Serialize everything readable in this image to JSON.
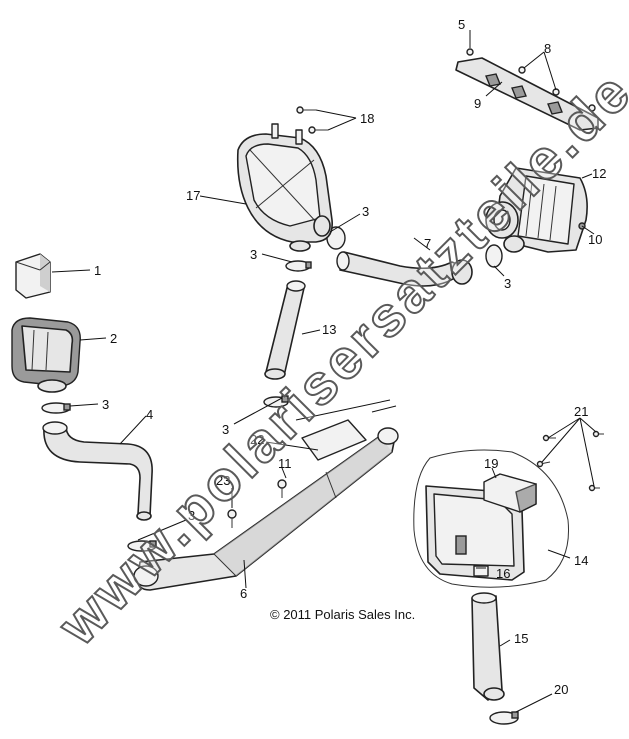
{
  "diagram": {
    "copyright": "© 2011 Polaris Sales Inc.",
    "watermark": "www.polarisersatzteile.de",
    "callouts": {
      "c1": "1",
      "c2": "2",
      "c3a": "3",
      "c3b": "3",
      "c3c": "3",
      "c3d": "3",
      "c3e": "3",
      "c3f": "3",
      "c4": "4",
      "c5": "5",
      "c6": "6",
      "c7": "7",
      "c8": "8",
      "c9": "9",
      "c10": "10",
      "c11": "11",
      "c12": "12",
      "c13": "13",
      "c14": "14",
      "c15": "15",
      "c16": "16",
      "c17": "17",
      "c18": "18",
      "c19": "19",
      "c20": "20",
      "c21": "21",
      "c22": "22",
      "c23": "23"
    }
  }
}
